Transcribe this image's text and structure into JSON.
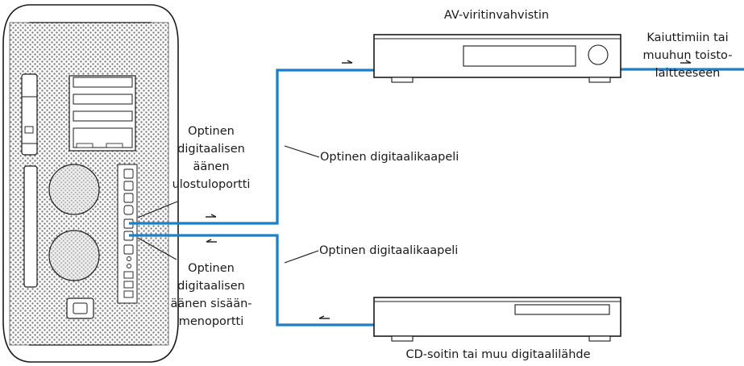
{
  "labels": {
    "receiver": "AV-viritinvahvistin",
    "speakers": [
      "Kaiuttimiin tai",
      "muuhun toisto-",
      "laitteeseen"
    ],
    "optical_out": [
      "Optinen",
      "digitaalisen",
      "äänen",
      "ulostuloportti"
    ],
    "optical_in": [
      "Optinen",
      "digitaalisen",
      "äänen sisään-",
      "menoportti"
    ],
    "cable_top": "Optinen digitaalikaapeli",
    "cable_bottom": "Optinen digitaalikaapeli",
    "cd_player": "CD-soitin tai muu digitaalilähde"
  },
  "colors": {
    "cable": "#1f7fc6",
    "outline": "#1a1a1a",
    "tower_mesh": "#8a8a8a",
    "fan_mesh": "#b4b4b4"
  }
}
